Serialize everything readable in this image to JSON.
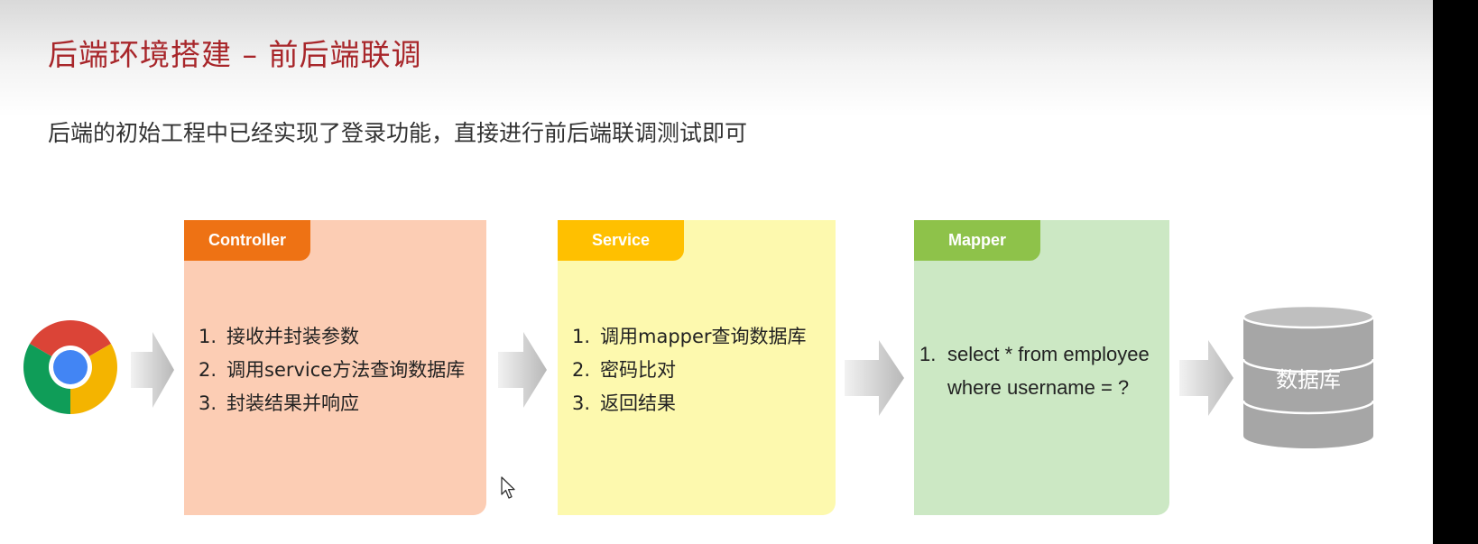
{
  "title": "后端环境搭建 – 前后端联调",
  "subtitle": "后端的初始工程中已经实现了登录功能，直接进行前后端联调测试即可",
  "colors": {
    "title": "#a8262a",
    "controller_tab": "#ee7214",
    "controller_bg": "#fccdb4",
    "service_tab": "#ffc000",
    "service_bg": "#fdf9ae",
    "mapper_tab": "#8ec24a",
    "mapper_bg": "#cce8c4",
    "database": "#a6a6a6"
  },
  "browser": {
    "icon": "chrome-icon"
  },
  "panels": {
    "controller": {
      "label": "Controller",
      "steps": [
        {
          "num": "1.",
          "text": "接收并封装参数"
        },
        {
          "num": "2.",
          "text": "调用service方法查询数据库"
        },
        {
          "num": "3.",
          "text": "封装结果并响应"
        }
      ]
    },
    "service": {
      "label": "Service",
      "steps": [
        {
          "num": "1.",
          "text": "调用mapper查询数据库"
        },
        {
          "num": "2.",
          "text": "密码比对"
        },
        {
          "num": "3.",
          "text": "返回结果"
        }
      ]
    },
    "mapper": {
      "label": "Mapper",
      "steps": [
        {
          "num": "1.",
          "text": "select * from employee",
          "cont": "where username = ?"
        }
      ]
    }
  },
  "database": {
    "label": "数据库",
    "icon": "database-icon"
  }
}
